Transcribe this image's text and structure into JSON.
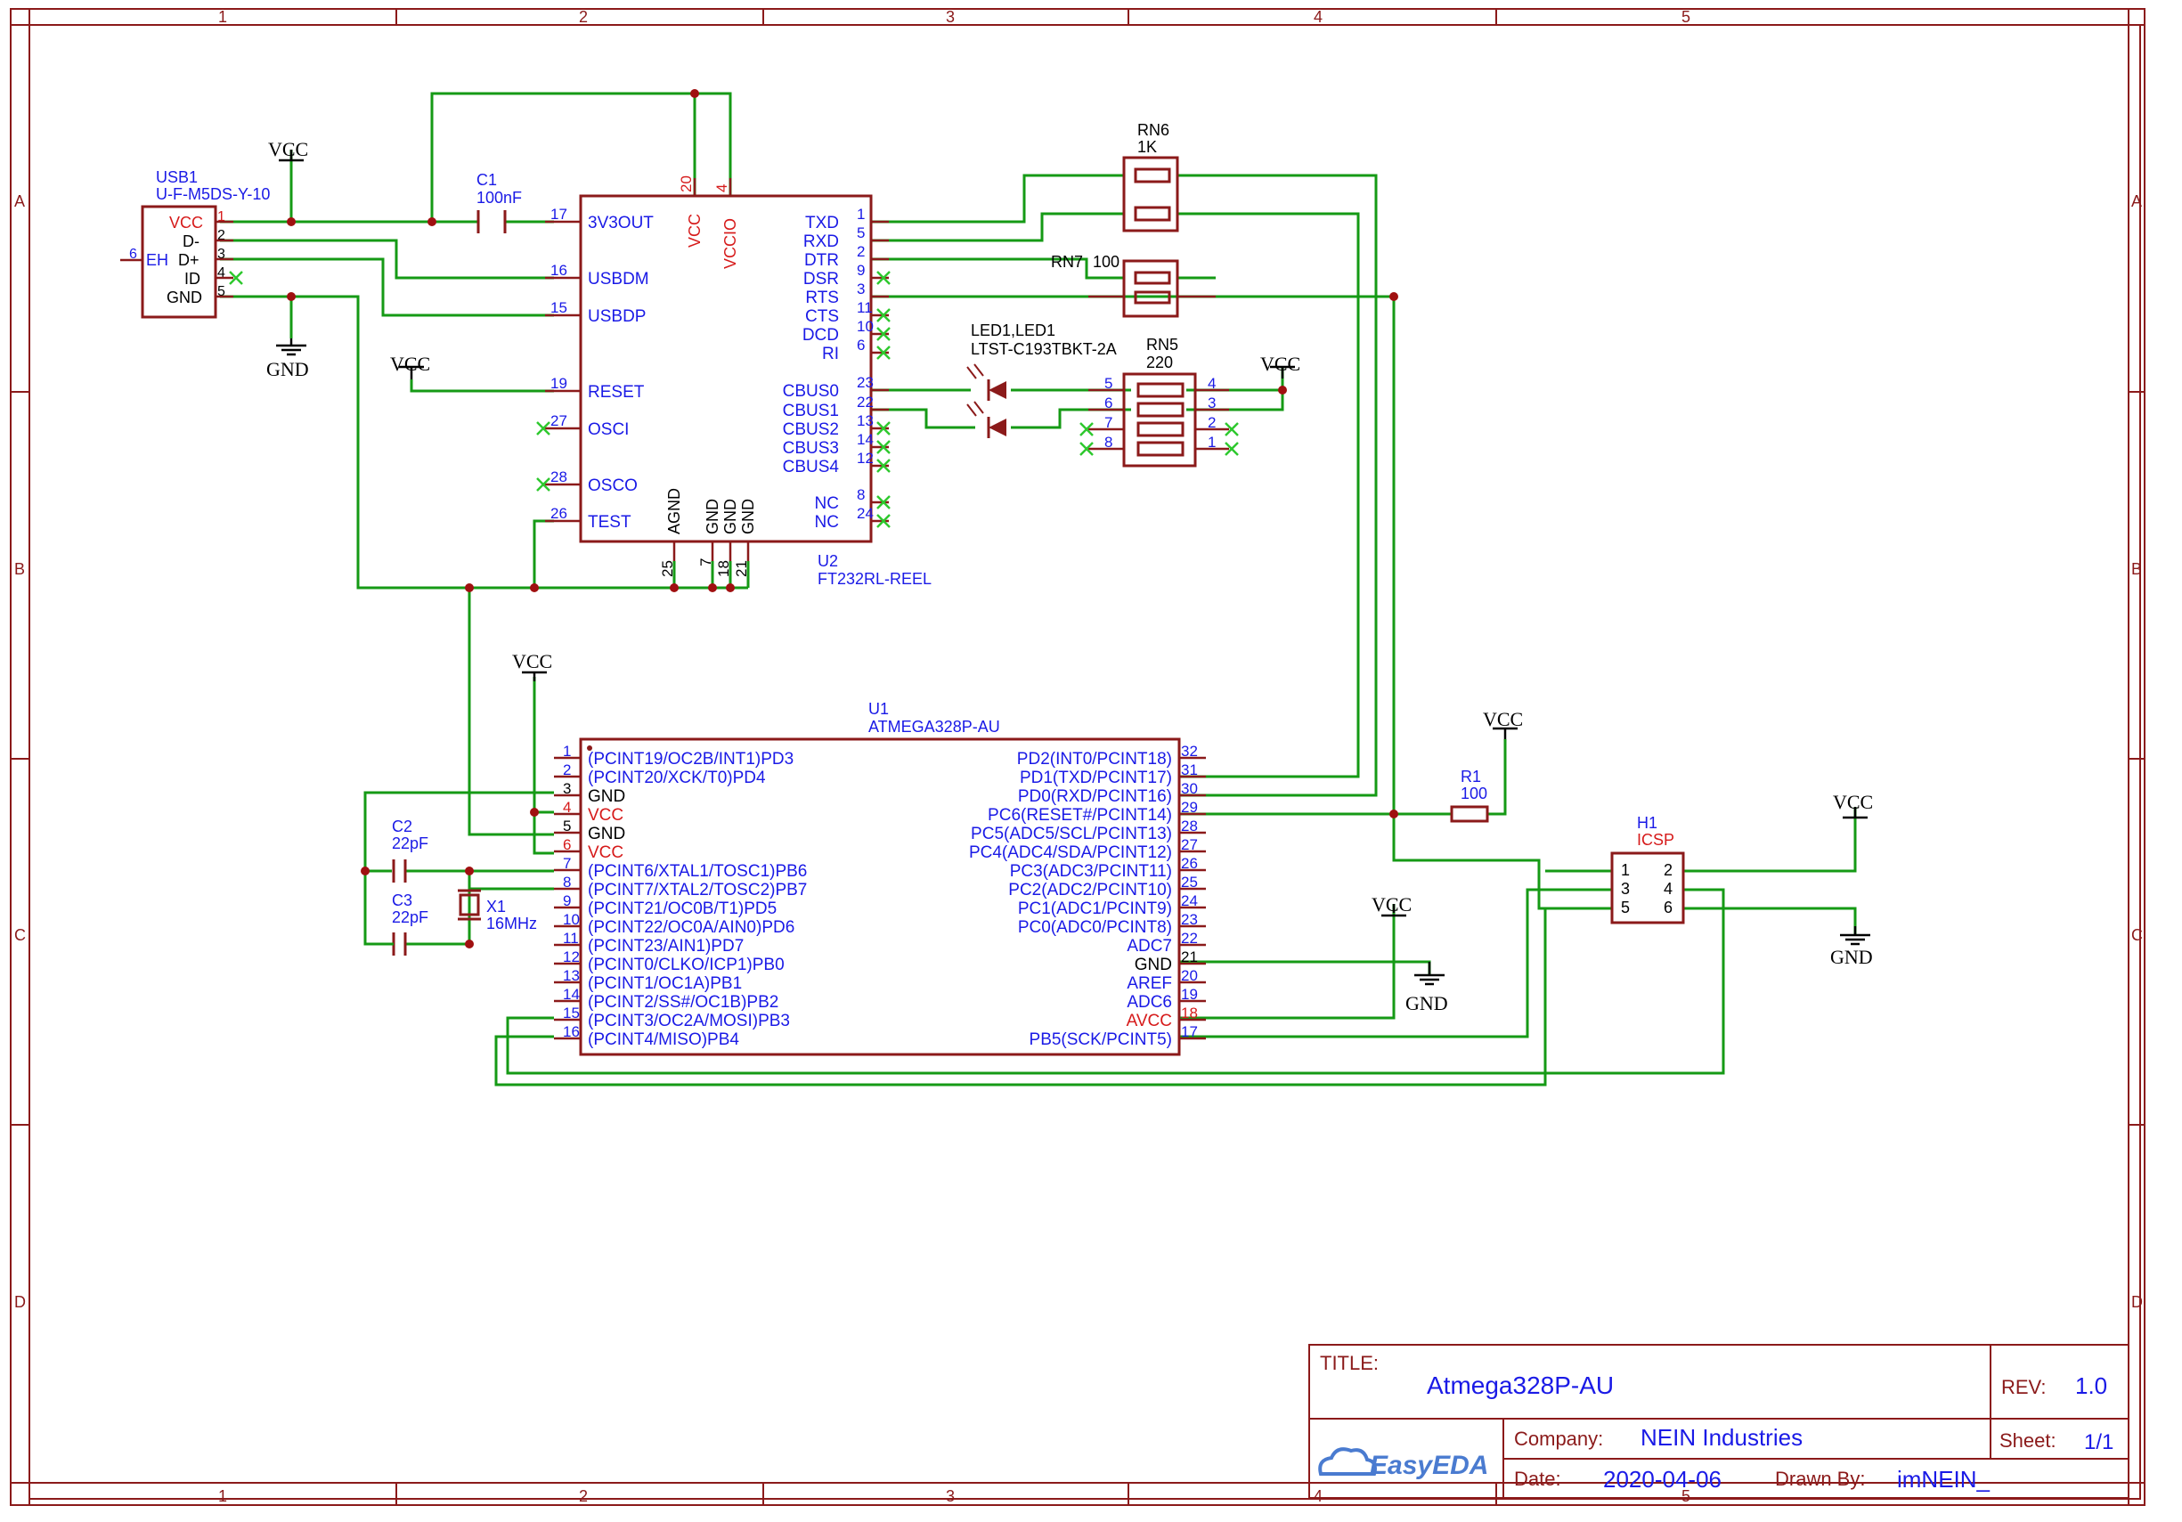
{
  "title_block": {
    "title_label": "TITLE:",
    "title": "Atmega328P-AU",
    "rev_label": "REV:",
    "rev": "1.0",
    "company_label": "Company:",
    "company": "NEIN Industries",
    "sheet_label": "Sheet:",
    "sheet": "1/1",
    "date_label": "Date:",
    "date": "2020-04-06",
    "drawn_by_label": "Drawn By:",
    "drawn_by": "imNEIN_",
    "logo_text": "EasyEDA"
  },
  "frame": {
    "columns": [
      "1",
      "2",
      "3",
      "4",
      "5"
    ],
    "rows": [
      "A",
      "B",
      "C",
      "D"
    ]
  },
  "components": {
    "usb1": {
      "ref": "USB1",
      "part": "U-F-M5DS-Y-10",
      "pins": [
        "VCC",
        "D-",
        "D+",
        "ID",
        "GND"
      ],
      "pin_numbers": [
        "1",
        "2",
        "3",
        "4",
        "5"
      ],
      "eh_label": "EH",
      "eh_number": "6"
    },
    "c1": {
      "ref": "C1",
      "value": "100nF"
    },
    "c2": {
      "ref": "C2",
      "value": "22pF"
    },
    "c3": {
      "ref": "C3",
      "value": "22pF"
    },
    "x1": {
      "ref": "X1",
      "value": "16MHz"
    },
    "u2": {
      "ref": "U2",
      "part": "FT232RL-REEL",
      "left_pins": [
        [
          "17",
          "3V3OUT"
        ],
        [
          "16",
          "USBDM"
        ],
        [
          "15",
          "USBDP"
        ],
        [
          "19",
          "RESET"
        ],
        [
          "27",
          "OSCI"
        ],
        [
          "28",
          "OSCO"
        ],
        [
          "26",
          "TEST"
        ]
      ],
      "right_pins": [
        [
          "1",
          "TXD"
        ],
        [
          "5",
          "RXD"
        ],
        [
          "2",
          "DTR"
        ],
        [
          "9",
          "DSR"
        ],
        [
          "3",
          "RTS"
        ],
        [
          "11",
          "CTS"
        ],
        [
          "10",
          "DCD"
        ],
        [
          "6",
          "RI"
        ],
        [
          "23",
          "CBUS0"
        ],
        [
          "22",
          "CBUS1"
        ],
        [
          "13",
          "CBUS2"
        ],
        [
          "14",
          "CBUS3"
        ],
        [
          "12",
          "CBUS4"
        ],
        [
          "8",
          "NC"
        ],
        [
          "24",
          "NC"
        ]
      ],
      "top_pins": [
        [
          "20",
          "VCC"
        ],
        [
          "4",
          "VCCIO"
        ]
      ],
      "bottom_pins": [
        [
          "25",
          "AGND"
        ],
        [
          "7",
          "GND"
        ],
        [
          "18",
          "GND"
        ],
        [
          "21",
          "GND"
        ]
      ]
    },
    "rn6": {
      "ref": "RN6",
      "value": "1K"
    },
    "rn7": {
      "ref": "RN7",
      "value": "100"
    },
    "rn5": {
      "ref": "RN5",
      "value": "220",
      "left_pins": [
        "5",
        "6",
        "7",
        "8"
      ],
      "right_pins": [
        "4",
        "3",
        "2",
        "1"
      ]
    },
    "led": {
      "ref": "LED1,LED1",
      "part": "LTST-C193TBKT-2A"
    },
    "r1": {
      "ref": "R1",
      "value": "100"
    },
    "h1": {
      "ref": "H1",
      "value": "ICSP",
      "pins": [
        "1",
        "2",
        "3",
        "4",
        "5",
        "6"
      ]
    },
    "u1": {
      "ref": "U1",
      "part": "ATMEGA328P-AU",
      "left_pins": [
        [
          "1",
          "(PCINT19/OC2B/INT1)PD3",
          "blue"
        ],
        [
          "2",
          "(PCINT20/XCK/T0)PD4",
          "blue"
        ],
        [
          "3",
          "GND",
          "blk"
        ],
        [
          "4",
          "VCC",
          "red"
        ],
        [
          "5",
          "GND",
          "blk"
        ],
        [
          "6",
          "VCC",
          "red"
        ],
        [
          "7",
          "(PCINT6/XTAL1/TOSC1)PB6",
          "blue"
        ],
        [
          "8",
          "(PCINT7/XTAL2/TOSC2)PB7",
          "blue"
        ],
        [
          "9",
          "(PCINT21/OC0B/T1)PD5",
          "blue"
        ],
        [
          "10",
          "(PCINT22/OC0A/AIN0)PD6",
          "blue"
        ],
        [
          "11",
          "(PCINT23/AIN1)PD7",
          "blue"
        ],
        [
          "12",
          "(PCINT0/CLKO/ICP1)PB0",
          "blue"
        ],
        [
          "13",
          "(PCINT1/OC1A)PB1",
          "blue"
        ],
        [
          "14",
          "(PCINT2/SS#/OC1B)PB2",
          "blue"
        ],
        [
          "15",
          "(PCINT3/OC2A/MOSI)PB3",
          "blue"
        ],
        [
          "16",
          "(PCINT4/MISO)PB4",
          "blue"
        ]
      ],
      "right_pins": [
        [
          "32",
          "PD2(INT0/PCINT18)",
          "blue"
        ],
        [
          "31",
          "PD1(TXD/PCINT17)",
          "blue"
        ],
        [
          "30",
          "PD0(RXD/PCINT16)",
          "blue"
        ],
        [
          "29",
          "PC6(RESET#/PCINT14)",
          "blue"
        ],
        [
          "28",
          "PC5(ADC5/SCL/PCINT13)",
          "blue"
        ],
        [
          "27",
          "PC4(ADC4/SDA/PCINT12)",
          "blue"
        ],
        [
          "26",
          "PC3(ADC3/PCINT11)",
          "blue"
        ],
        [
          "25",
          "PC2(ADC2/PCINT10)",
          "blue"
        ],
        [
          "24",
          "PC1(ADC1/PCINT9)",
          "blue"
        ],
        [
          "23",
          "PC0(ADC0/PCINT8)",
          "blue"
        ],
        [
          "22",
          "ADC7",
          "blue"
        ],
        [
          "21",
          "GND",
          "blk"
        ],
        [
          "20",
          "AREF",
          "blue"
        ],
        [
          "19",
          "ADC6",
          "blue"
        ],
        [
          "18",
          "AVCC",
          "red"
        ],
        [
          "17",
          "PB5(SCK/PCINT5)",
          "blue"
        ]
      ]
    }
  },
  "power_labels": {
    "vcc": "VCC",
    "gnd": "GND"
  }
}
